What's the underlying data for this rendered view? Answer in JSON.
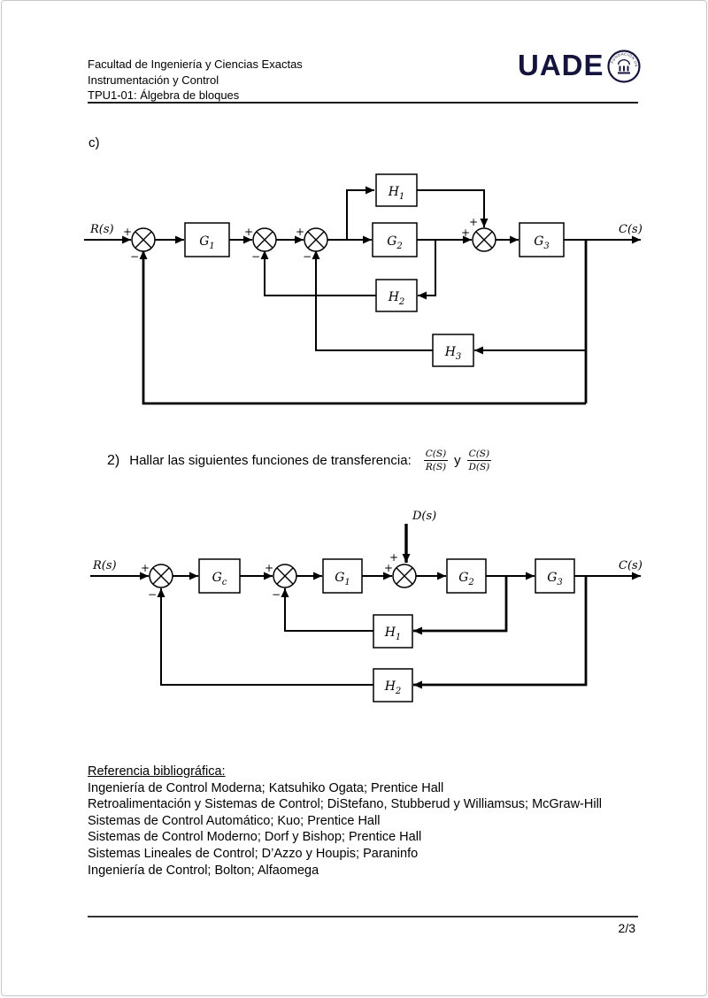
{
  "symbols": {
    "plus": "+",
    "minus": "−"
  },
  "header": {
    "faculty": "Facultad de Ingeniería y Ciencias Exactas",
    "course": "Instrumentación y Control",
    "assignment": "TPU1-01: Álgebra de bloques",
    "logo_text": "UADE",
    "seal_text": "FUNDACIÓN UADE"
  },
  "section_c": {
    "label": "c)"
  },
  "diagram_c": {
    "input_label": "R(s)",
    "output_label": "C(s)",
    "blocks": {
      "g1": {
        "base": "G",
        "sub": "1"
      },
      "g2": {
        "base": "G",
        "sub": "2"
      },
      "g3": {
        "base": "G",
        "sub": "3"
      },
      "h1": {
        "base": "H",
        "sub": "1"
      },
      "h2": {
        "base": "H",
        "sub": "2"
      },
      "h3": {
        "base": "H",
        "sub": "3"
      }
    }
  },
  "question2": {
    "number": "2)",
    "text": "Hallar las siguientes funciones de transferencia:",
    "fraction1": {
      "numerator": "C(S)",
      "denominator": "R(S)"
    },
    "conjunction": "y",
    "fraction2": {
      "numerator": "C(S)",
      "denominator": "D(S)"
    }
  },
  "diagram_2": {
    "input_label": "R(s)",
    "output_label": "C(s)",
    "disturbance_label": "D(s)",
    "blocks": {
      "gc": {
        "base": "G",
        "sub": "c"
      },
      "g1": {
        "base": "G",
        "sub": "1"
      },
      "g2": {
        "base": "G",
        "sub": "2"
      },
      "g3": {
        "base": "G",
        "sub": "3"
      },
      "h1": {
        "base": "H",
        "sub": "1"
      },
      "h2": {
        "base": "H",
        "sub": "2"
      }
    }
  },
  "references": {
    "title": "Referencia bibliográfica:",
    "items": [
      "Ingeniería de Control Moderna; Katsuhiko Ogata; Prentice Hall",
      "Retroalimentación y Sistemas de Control; DiStefano, Stubberud y Williamsus; McGraw-Hill",
      "Sistemas de Control Automático; Kuo; Prentice Hall",
      "Sistemas de Control Moderno; Dorf y Bishop; Prentice Hall",
      "Sistemas Lineales de Control; D’Azzo y Houpis; Paraninfo",
      "Ingeniería de Control; Bolton; Alfaomega"
    ]
  },
  "footer": {
    "page_number": "2/3"
  }
}
